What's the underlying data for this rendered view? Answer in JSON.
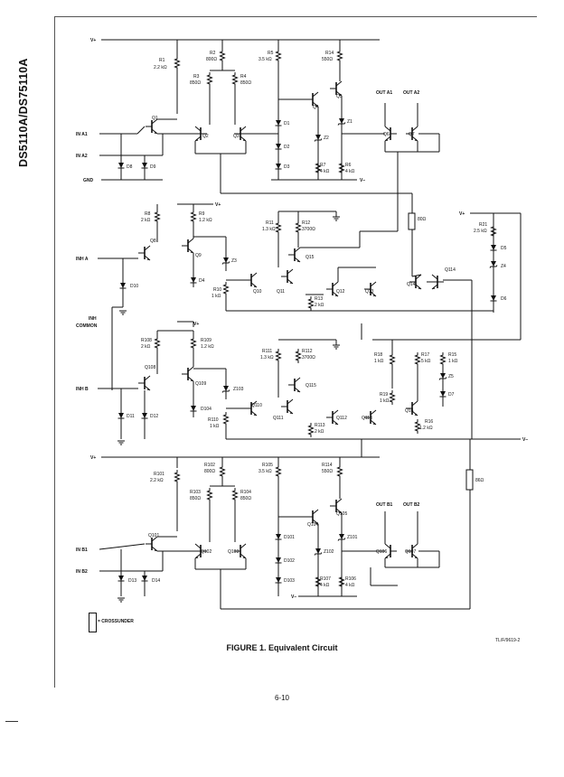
{
  "doc": {
    "part_number": "DS5110A/DS75110A",
    "figure_caption": "FIGURE 1. Equivalent Circuit",
    "figure_ref": "TL/F/9619-2",
    "legend_text": "= CROSSUNDER",
    "page_number": "6-10"
  },
  "labels": {
    "vplus": "V+",
    "vminus": "V−",
    "gnd": "GND",
    "in_a1": "IN A1",
    "in_a2": "IN A2",
    "in_b1": "IN B1",
    "in_b2": "IN B2",
    "inh_a": "INH A",
    "inh_b": "INH B",
    "inh_common_1": "INH",
    "inh_common_2": "COMMON",
    "out_a1": "OUT A1",
    "out_a2": "OUT A2",
    "out_b1": "OUT B1",
    "out_b2": "OUT B2",
    "r1": "R1",
    "r1v": "2.2 kΩ",
    "r2": "R2",
    "r2v": "800Ω",
    "r3": "R3",
    "r3v": "850Ω",
    "r4": "R4",
    "r4v": "850Ω",
    "r5": "R5",
    "r5v": "3.5 kΩ",
    "r14": "R14",
    "r14v": "550Ω",
    "r6": "R6",
    "r6v": "4 kΩ",
    "r7": "R7",
    "r7v": "4 kΩ",
    "r8": "R8",
    "r8v": "2 kΩ",
    "r9": "R9",
    "r9v": "1.2 kΩ",
    "r10": "R10",
    "r10v": "1 kΩ",
    "r11": "R11",
    "r11v": "1.3 kΩ",
    "r12": "R12",
    "r12v": "3700Ω",
    "r13": "R13",
    "r13v": "2 kΩ",
    "r21": "R21",
    "r21v": "2.5 kΩ",
    "r80": "80Ω",
    "r108": "R108",
    "r108v": "2 kΩ",
    "r109": "R109",
    "r109v": "1.2 kΩ",
    "r110": "R110",
    "r110v": "1 kΩ",
    "r111": "R111",
    "r111v": "1.3 kΩ",
    "r112": "R112",
    "r112v": "3700Ω",
    "r113": "R113",
    "r113v": "2 kΩ",
    "r18": "R18",
    "r18v": "1 kΩ",
    "r17": "R17",
    "r17v": "5 kΩ",
    "r15": "R15",
    "r15v": "1 kΩ",
    "r19": "R19",
    "r19v": "1 kΩ",
    "r16": "R16",
    "r16v": "1.2 kΩ",
    "r101": "R101",
    "r101v": "2.2 kΩ",
    "r102": "R102",
    "r102v": "800Ω",
    "r103": "R103",
    "r103v": "850Ω",
    "r104": "R104",
    "r104v": "850Ω",
    "r105": "R105",
    "r105v": "3.5 kΩ",
    "r114": "R114",
    "r114v": "550Ω",
    "r107": "R107",
    "r107v": "4 kΩ",
    "r106": "R106",
    "r106v": "4 kΩ",
    "r86": "86Ω",
    "q1": "Q1",
    "q2": "Q2",
    "q3": "Q3",
    "q4": "Q4",
    "q5": "Q5",
    "q6": "Q6",
    "q7": "Q7",
    "q8": "Q8",
    "q9": "Q9",
    "q10": "Q10",
    "q11": "Q11",
    "q12": "Q12",
    "q13": "Q13",
    "q14": "Q14",
    "q15": "Q15",
    "q114": "Q114",
    "q16": "Q16",
    "q101": "Q101",
    "q102": "Q102",
    "q103": "Q103",
    "q104": "Q104",
    "q105": "Q105",
    "q106": "Q106",
    "q107": "Q107",
    "q108": "Q108",
    "q109": "Q109",
    "q110": "Q110",
    "q111": "Q111",
    "q112": "Q112",
    "q113": "Q113",
    "q115": "Q115",
    "d1": "D1",
    "d2": "D2",
    "d3": "D3",
    "d4": "D4",
    "d5": "D5",
    "d6": "D6",
    "d7": "D7",
    "d8": "D8",
    "d9": "D9",
    "d10": "D10",
    "d11": "D11",
    "d12": "D12",
    "d13": "D13",
    "d14": "D14",
    "d101": "D101",
    "d102": "D102",
    "d103": "D103",
    "d104": "D104",
    "z1": "Z1",
    "z2": "Z2",
    "z3": "Z3",
    "z4": "Z4",
    "z5": "Z5",
    "z101": "Z101",
    "z102": "Z102",
    "z103": "Z103"
  }
}
